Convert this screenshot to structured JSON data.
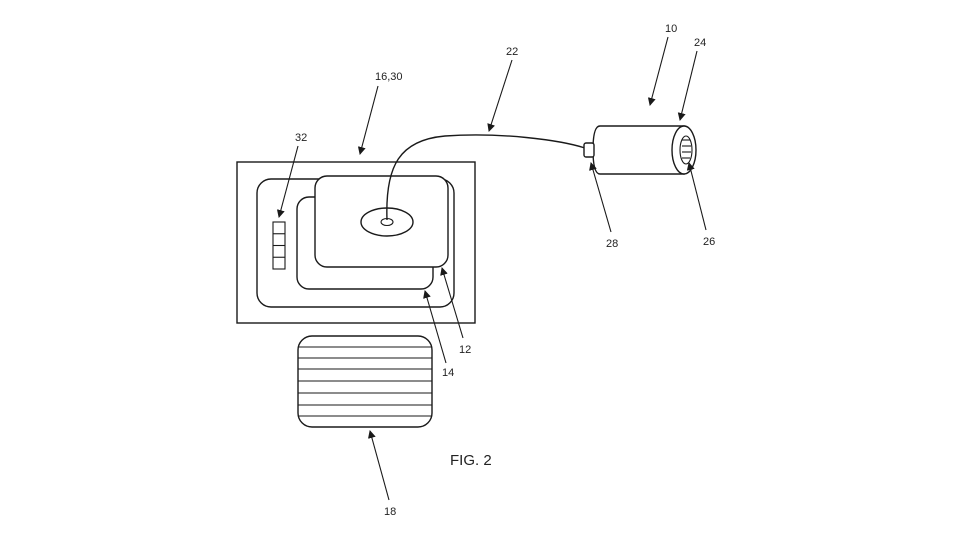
{
  "figure": {
    "caption": "FIG. 2",
    "reference_numerals": {
      "device": "10",
      "dock_unit": "12",
      "inner_pad": "14",
      "base_station": "16,30",
      "keyboard": "18",
      "cable": "22",
      "end_cap": "24",
      "opening": "26",
      "connector": "28",
      "indicator": "32"
    }
  },
  "colors": {
    "background": "#ffffff",
    "linework": "#1a1a1a"
  }
}
